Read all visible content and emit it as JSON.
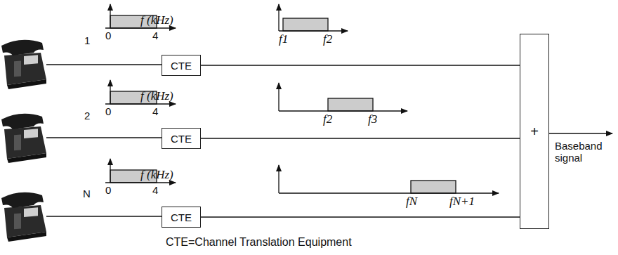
{
  "diagram": {
    "caption": "CTE=Channel Translation Equipment",
    "nodes": [
      {
        "text": [
          "CTE"
        ]
      },
      {
        "text": [
          "CTE"
        ]
      },
      {
        "text": [
          "CTE"
        ]
      },
      {
        "text": [
          "+"
        ]
      }
    ],
    "edges": [
      {
        "from": 0,
        "to": 3,
        "arrow": "none"
      },
      {
        "from": 1,
        "to": 3,
        "arrow": "none"
      },
      {
        "from": 2,
        "to": 3,
        "arrow": "none"
      }
    ],
    "labels": [
      "1",
      "0",
      "4",
      "f (kHz)",
      "f1",
      "f2",
      "2",
      "0",
      "4",
      "f (kHz)",
      "f2",
      "f3",
      "N",
      "0",
      "4",
      "f (kHz)",
      "fN",
      "fN+1",
      "Baseband signal"
    ]
  }
}
